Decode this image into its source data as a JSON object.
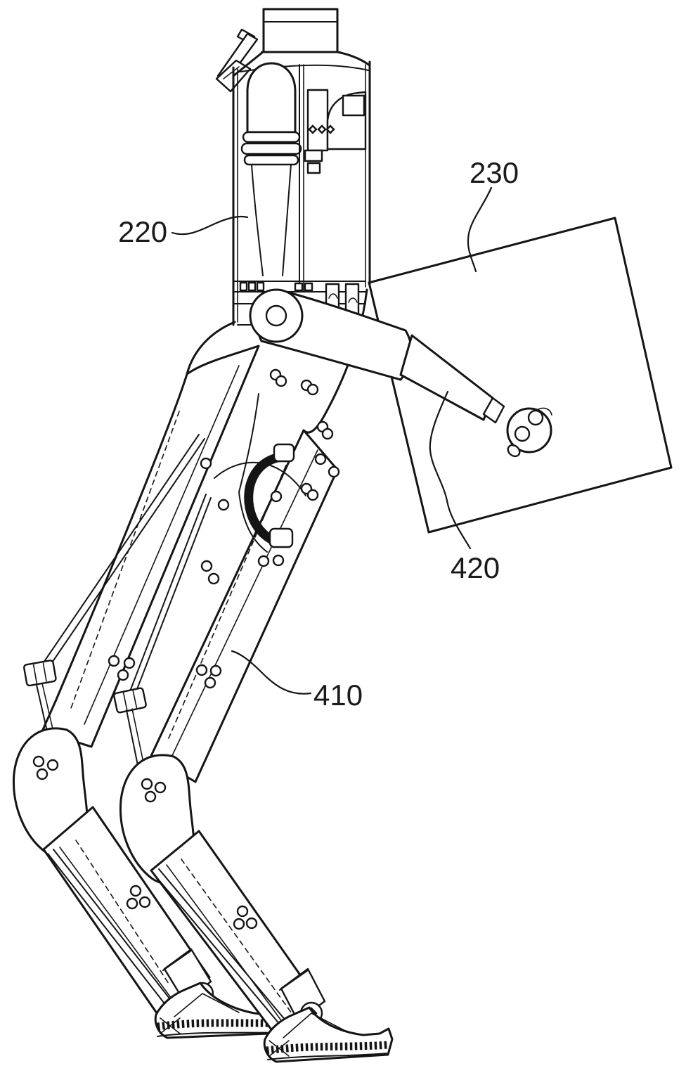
{
  "figure": {
    "kind": "patent line drawing",
    "subject": "bipedal walking robot, side view",
    "background_color": "#ffffff",
    "line_color": "#151515",
    "labels": [
      {
        "id": "label-220",
        "text": "220"
      },
      {
        "id": "label-230",
        "text": "230"
      },
      {
        "id": "label-410",
        "text": "410"
      },
      {
        "id": "label-420",
        "text": "420"
      }
    ]
  }
}
